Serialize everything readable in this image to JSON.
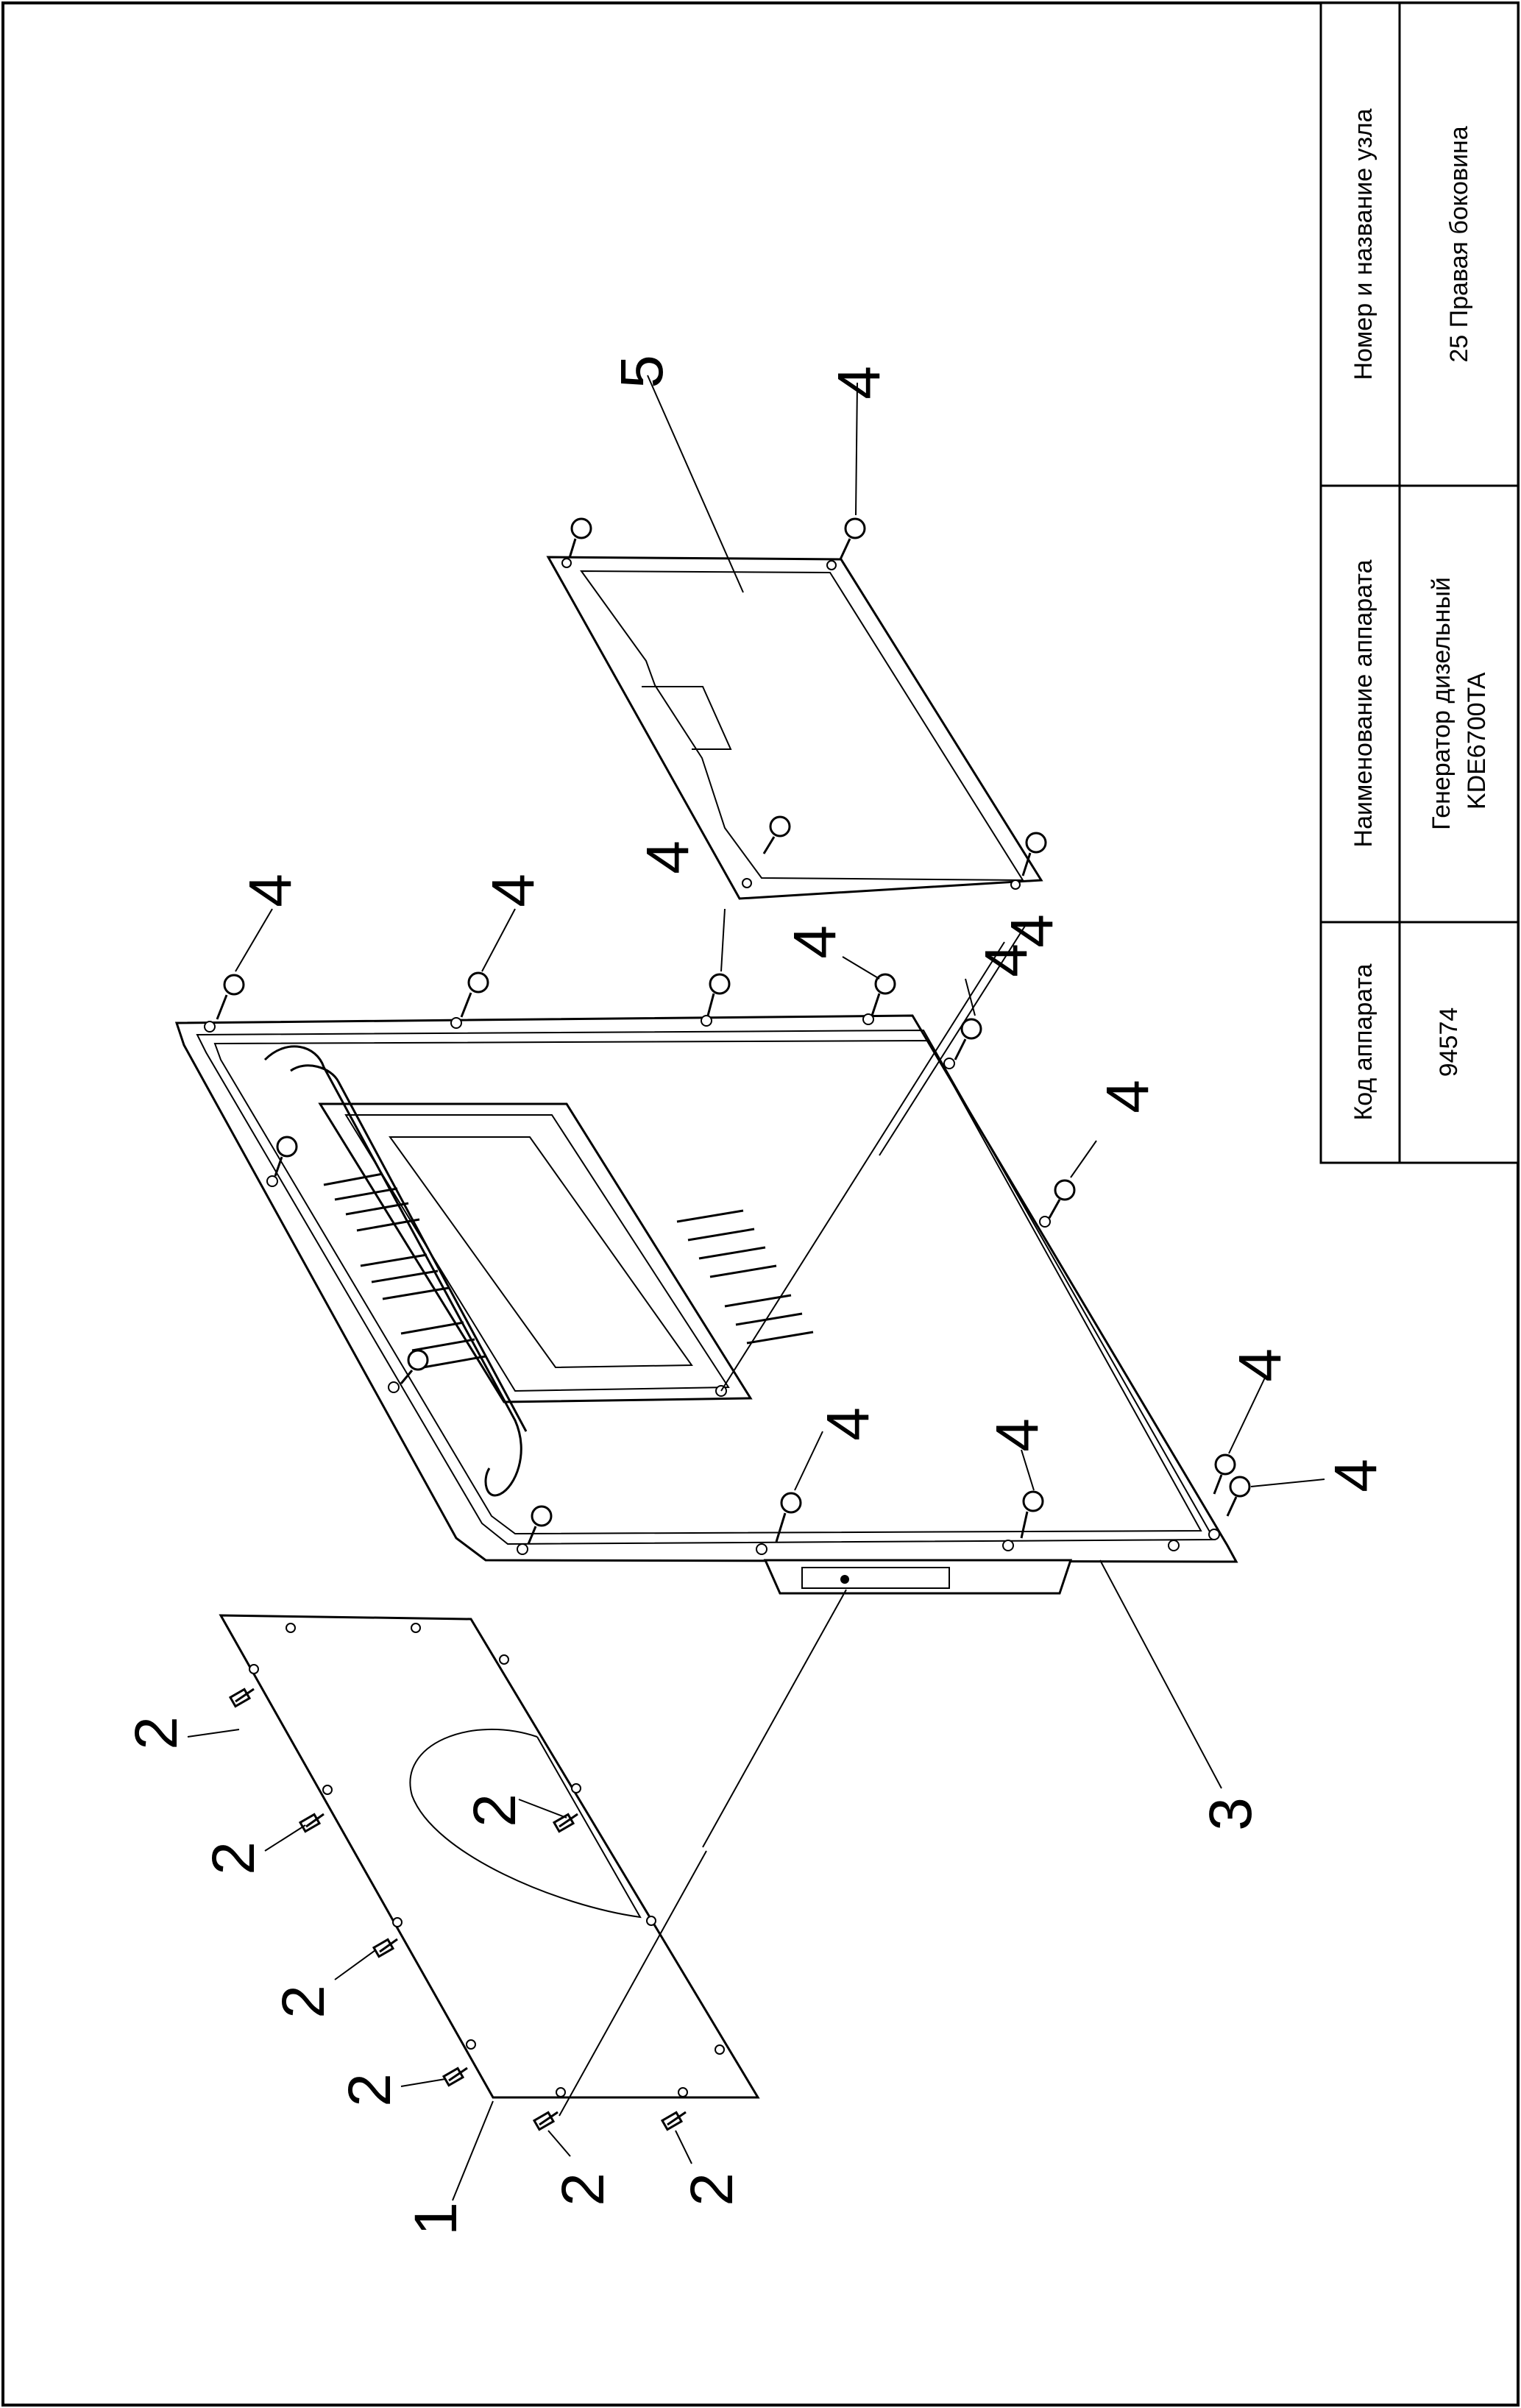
{
  "title_block": {
    "headers": {
      "code": "Код аппарата",
      "name": "Наименование аппарата",
      "unit": "Номер и название узла"
    },
    "values": {
      "code": "94574",
      "name_line1": "Генератор дизельный",
      "name_line2": "KDE6700TA",
      "unit": "25 Правая боковина"
    }
  },
  "callouts": [
    {
      "label": "1",
      "part": "outer cover plate"
    },
    {
      "label": "2",
      "part": "cover bolt"
    },
    {
      "label": "3",
      "part": "side panel"
    },
    {
      "label": "4",
      "part": "flange bolt"
    },
    {
      "label": "5",
      "part": "inner access plate"
    }
  ],
  "callout_markers": [
    "1",
    "2",
    "2",
    "2",
    "2",
    "2",
    "2",
    "2",
    "3",
    "4",
    "4",
    "4",
    "4",
    "4",
    "4",
    "4",
    "4",
    "4",
    "4",
    "4",
    "4",
    "5"
  ]
}
